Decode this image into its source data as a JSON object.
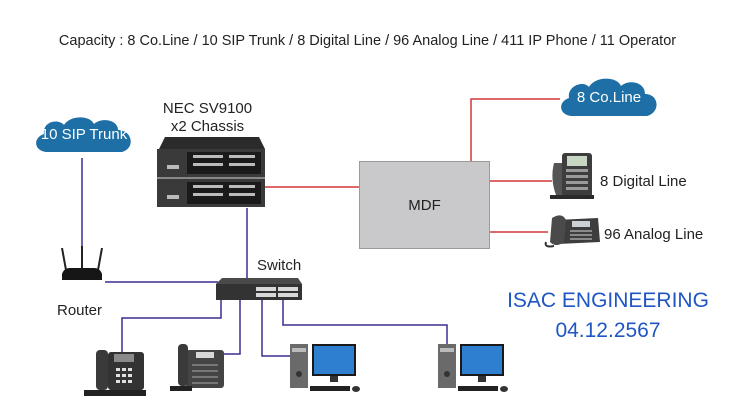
{
  "title": "Capacity : 8 Co.Line / 10 SIP Trunk / 8 Digital Line / 96 Analog Line / 411 IP Phone / 11 Operator",
  "colors": {
    "trunk_line": "#d0393b",
    "lan_line": "#3b2d8f",
    "cloud": "#1d6fa5",
    "brand": "#1f56c4",
    "mdf_fill": "#c9c9cb"
  },
  "nodes": {
    "sip_cloud": {
      "label": "10 SIP Trunk",
      "icon": "cloud-icon"
    },
    "co_cloud": {
      "label": "8 Co.Line",
      "icon": "cloud-icon"
    },
    "pbx": {
      "label_line1": "NEC SV9100",
      "label_line2": "x2 Chassis",
      "icon": "pbx-chassis-icon"
    },
    "mdf": {
      "label": "MDF"
    },
    "digital_phone": {
      "label": "8 Digital Line",
      "icon": "digital-phone-icon"
    },
    "analog_phone": {
      "label": "96 Analog Line",
      "icon": "analog-phone-icon"
    },
    "router": {
      "label": "Router",
      "icon": "router-icon"
    },
    "switch": {
      "label": "Switch",
      "icon": "switch-icon"
    },
    "ip_phone_1": {
      "icon": "ip-phone-icon"
    },
    "ip_phone_2": {
      "icon": "ip-phone-icon"
    },
    "pc_1": {
      "icon": "computer-icon"
    },
    "pc_2": {
      "icon": "computer-icon"
    }
  },
  "brand": {
    "company": "ISAC ENGINEERING",
    "date": "04.12.2567"
  }
}
